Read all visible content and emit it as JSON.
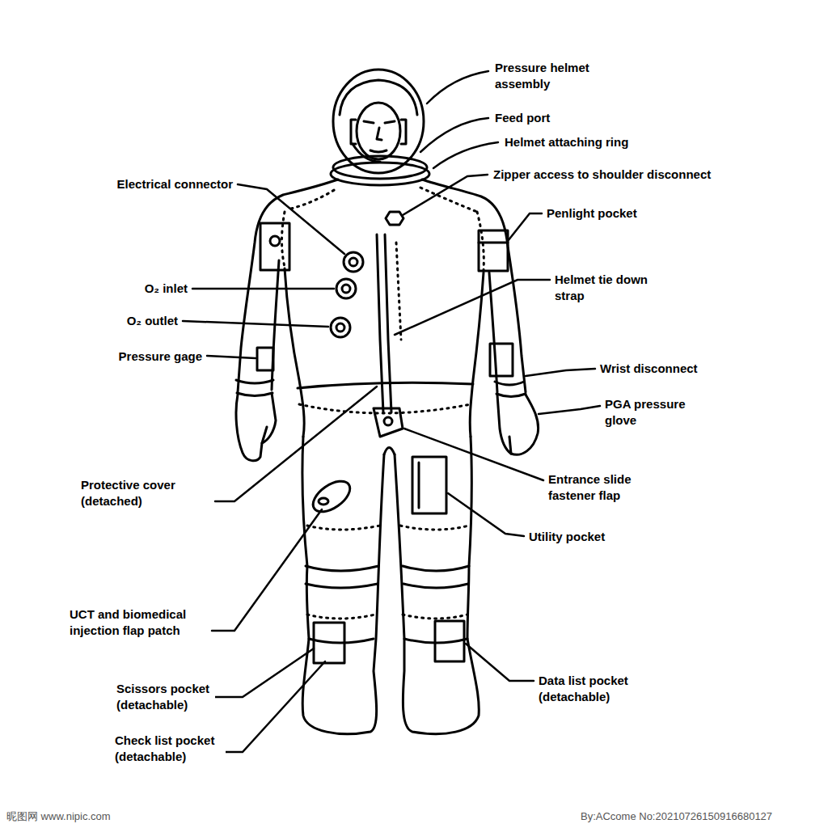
{
  "diagram": {
    "labels": [
      "Pressure helmet assembly",
      "Feed port",
      "Helmet attaching ring",
      "Zipper access to shoulder disconnect",
      "Penlight pocket",
      "Electrical connector",
      "O₂ inlet",
      "O₂ outlet",
      "Helmet tie down strap",
      "Pressure gage",
      "Wrist disconnect",
      "PGA pressure glove",
      "Protective cover (detached)",
      "Entrance slide fastener flap",
      "Utility pocket",
      "UCT and biomedical injection flap patch",
      "Scissors pocket (detachable)",
      "Data list pocket (detachable)",
      "Check list pocket (detachable)",
      "昵图网 www.nipic.com",
      "By:ACcome No:20210726150916680127"
    ]
  }
}
